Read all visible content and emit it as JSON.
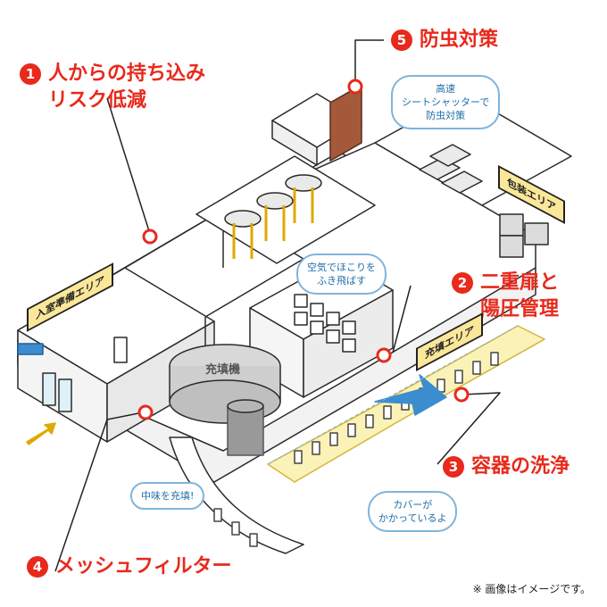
{
  "callouts": [
    {
      "num": "1",
      "lines": [
        "人からの持ち込み",
        "リスク低減"
      ]
    },
    {
      "num": "2",
      "lines": [
        "二重扉と",
        "陽圧管理"
      ]
    },
    {
      "num": "3",
      "lines": [
        "容器の洗浄"
      ]
    },
    {
      "num": "4",
      "lines": [
        "メッシュフィルター"
      ]
    },
    {
      "num": "5",
      "lines": [
        "防虫対策"
      ]
    }
  ],
  "bubbles": {
    "shutter": [
      "高速",
      "シートシャッターで",
      "防虫対策"
    ],
    "air": [
      "空気でほこりを",
      "ふき飛ばす"
    ],
    "filling": [
      "中味を充填!"
    ],
    "cover": [
      "カバーが",
      "かかっているよ"
    ]
  },
  "signs": {
    "prep_area": "入室準備エリア",
    "packaging_area": "包装エリア",
    "filling_area": "充填エリア"
  },
  "machine_label": "充填機",
  "note": "※ 画像はイメージです。",
  "colors": {
    "accent_red": "#e8291c",
    "bubble_blue": "#1f6ea8",
    "sign_yellow": "#fbe79a"
  }
}
